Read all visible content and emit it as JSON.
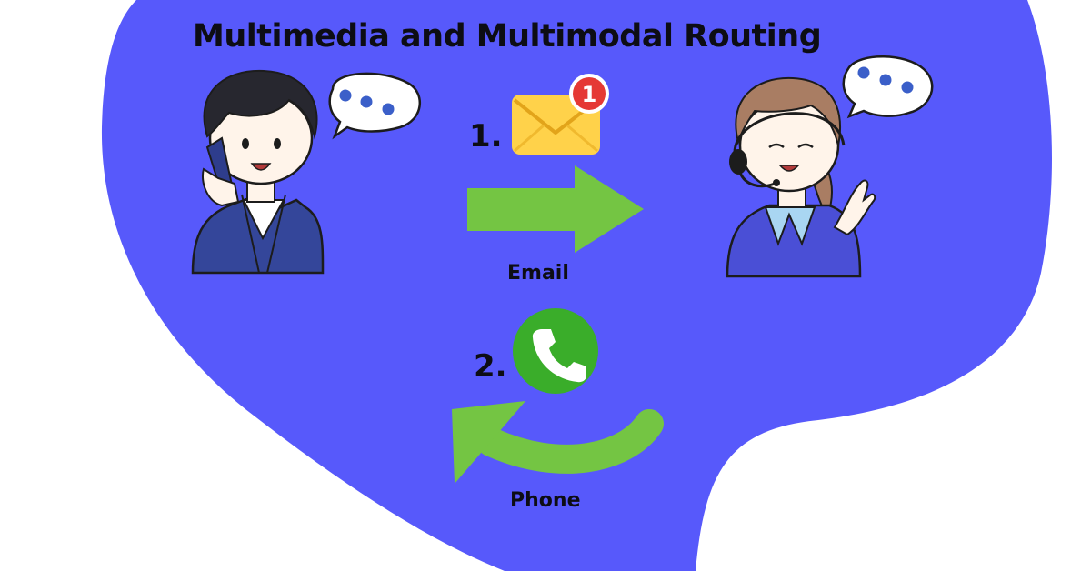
{
  "title": "Multimedia and Multimodal Routing",
  "steps": [
    {
      "number": "1.",
      "channel": "Email",
      "icon": "email-icon",
      "badge": "1"
    },
    {
      "number": "2.",
      "channel": "Phone",
      "icon": "phone-icon"
    }
  ],
  "people": {
    "left": "caller-man",
    "right": "agent-woman-headset"
  },
  "colors": {
    "blob": "#5759fb",
    "arrow": "#74c543",
    "email": "#ffd24a",
    "badge": "#e53935",
    "phone": "#3aad2a",
    "suit_man": "#34469a",
    "suit_woman": "#4a4fd6"
  }
}
